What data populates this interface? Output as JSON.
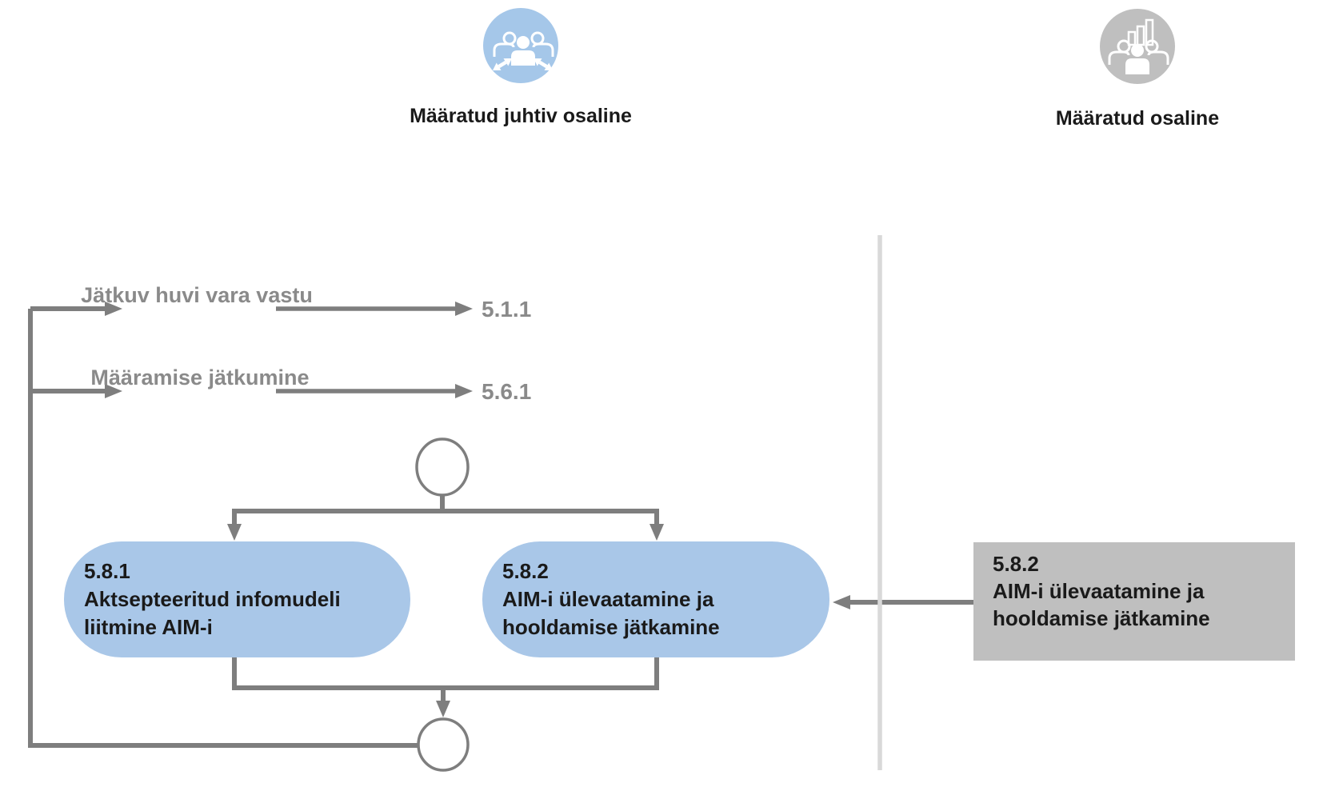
{
  "legend": {
    "lead": {
      "line1": "Määratud juhtiv",
      "line2": "osaline",
      "icon": "people-share-icon"
    },
    "participant": {
      "label": "Määratud osaline",
      "icon": "people-chart-icon"
    }
  },
  "exits": [
    {
      "line1": "Jätkuv huvi",
      "line2": "vara vastu",
      "target": "5.1.1"
    },
    {
      "line1": "Määramise",
      "line2": "jätkumine",
      "target": "5.6.1"
    }
  ],
  "activities": {
    "left": {
      "id": "5.8.1",
      "line1": "Aktsepteeritud infomudeli",
      "line2": "liitmine AIM-i"
    },
    "right": {
      "id": "5.8.2",
      "line1": "AIM-i ülevaatamine ja",
      "line2": "hooldamise jätkamine"
    },
    "external": {
      "id": "5.8.2",
      "line1": "AIM-i ülevaatamine ja",
      "line2": "hooldamise jätkamine"
    }
  },
  "colors": {
    "activity_blue": "#a9c7e8",
    "icon_blue": "#a5c7e9",
    "participant_gray": "#bfbfbf",
    "arrow_gray": "#7e7e7e",
    "label_gray": "#8a8a8a",
    "divider_gray": "#d9d9d9",
    "text_black": "#1a1a1a",
    "node_fill": "#ffffff"
  }
}
